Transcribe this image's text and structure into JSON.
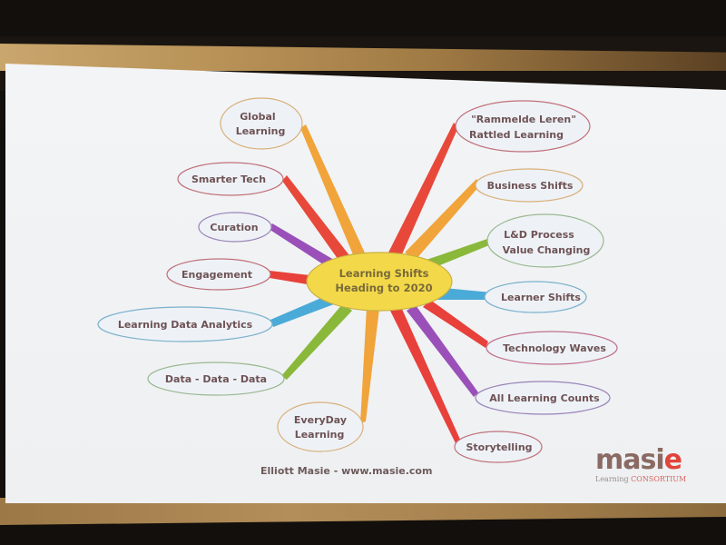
{
  "slide": {
    "center": {
      "line1": "Learning Shifts",
      "line2": "Heading to 2020",
      "fill": "#f3d94a",
      "stroke": "#c9b040"
    },
    "left_nodes": [
      {
        "id": "global-learning",
        "line1": "Global",
        "line2": "Learning",
        "spoke_color": "#f0a43a",
        "border_color": "#d8b07a"
      },
      {
        "id": "smarter-tech",
        "line1": "Smarter Tech",
        "line2": "",
        "spoke_color": "#e8483a",
        "border_color": "#c0707a"
      },
      {
        "id": "curation",
        "line1": "Curation",
        "line2": "",
        "spoke_color": "#9a50b8",
        "border_color": "#9a82b8"
      },
      {
        "id": "engagement",
        "line1": "Engagement",
        "line2": "",
        "spoke_color": "#e8403a",
        "border_color": "#c0707a"
      },
      {
        "id": "learning-data-analytics",
        "line1": "Learning Data Analytics",
        "line2": "",
        "spoke_color": "#4aaad8",
        "border_color": "#7ab0cc"
      },
      {
        "id": "data-data-data",
        "line1": "Data - Data - Data",
        "line2": "",
        "spoke_color": "#8ab83a",
        "border_color": "#9ab890"
      },
      {
        "id": "everyday-learning",
        "line1": "EveryDay",
        "line2": "Learning",
        "spoke_color": "#f0a43a",
        "border_color": "#d8b07a"
      }
    ],
    "right_nodes": [
      {
        "id": "rammelde-leren",
        "line1": "\"Rammelde Leren\"",
        "line2": "Rattled Learning",
        "spoke_color": "#e8483a",
        "border_color": "#c0707a"
      },
      {
        "id": "business-shifts",
        "line1": "Business Shifts",
        "line2": "",
        "spoke_color": "#f0a43a",
        "border_color": "#d8b07a"
      },
      {
        "id": "ld-process",
        "line1": "L&D Process",
        "line2": "Value Changing",
        "spoke_color": "#8ab83a",
        "border_color": "#9ab890"
      },
      {
        "id": "learner-shifts",
        "line1": "Learner Shifts",
        "line2": "",
        "spoke_color": "#4aaad8",
        "border_color": "#7ab0cc"
      },
      {
        "id": "technology-waves",
        "line1": "Technology Waves",
        "line2": "",
        "spoke_color": "#e8403a",
        "border_color": "#c0708a"
      },
      {
        "id": "all-learning-counts",
        "line1": "All Learning Counts",
        "line2": "",
        "spoke_color": "#9a50b8",
        "border_color": "#9a82b8"
      },
      {
        "id": "storytelling",
        "line1": "Storytelling",
        "line2": "",
        "spoke_color": "#e8403a",
        "border_color": "#c0707a"
      }
    ],
    "footer": {
      "credit": "Elliott Masie - www.masie.com"
    },
    "logo": {
      "main_prefix": "masi",
      "main_accent": "e",
      "sub_prefix": "Learning ",
      "sub_accent": "CONSORTIUM"
    }
  }
}
